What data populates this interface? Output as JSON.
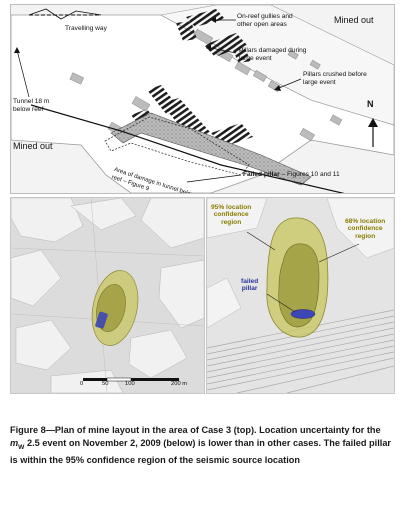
{
  "plan": {
    "labels": {
      "travelling_way": "Travelling way",
      "on_reef": "On-reef gullies and\nother open areas",
      "mined_out_top": "Mined out",
      "pillars_damaged": "Pillars damaged during\nlarge event",
      "pillars_crushed": "Pillars crushed before\nlarge event",
      "tunnel": "Tunnel 18 m\nbelow reef",
      "mined_out_left": "Mined out",
      "north": "N",
      "area_damage": "Area of damage in tunnel below\nreef – Figure 9",
      "failed_pillar_bold": "Failed pillar",
      "failed_pillar_rest": " – Figures 10 and 11"
    }
  },
  "panels": {
    "right_labels": {
      "conf95": "95% location\nconfidence\nregion",
      "conf68": "68% location\nconfidence\nregion",
      "failed": "failed\npillar"
    },
    "scale": {
      "ticks": [
        "0",
        "50",
        "100",
        "200 m"
      ]
    }
  },
  "caption": {
    "text_before": "Figure 8—Plan of mine layout in the area of Case 3 (top). Location uncertainty for the ",
    "magnitude_symbol": "m",
    "magnitude_sub": "W",
    "text_after": " 2.5 event on November 2, 2009 (below) is lower than in other cases. The failed pillar is within the 95% confidence region of the seismic source location"
  },
  "colors": {
    "confidence_95": "#c9c764",
    "confidence_68": "#9f9c3e",
    "failed_pillar": "#3c46b4",
    "hatch": "#1d1d1d"
  }
}
